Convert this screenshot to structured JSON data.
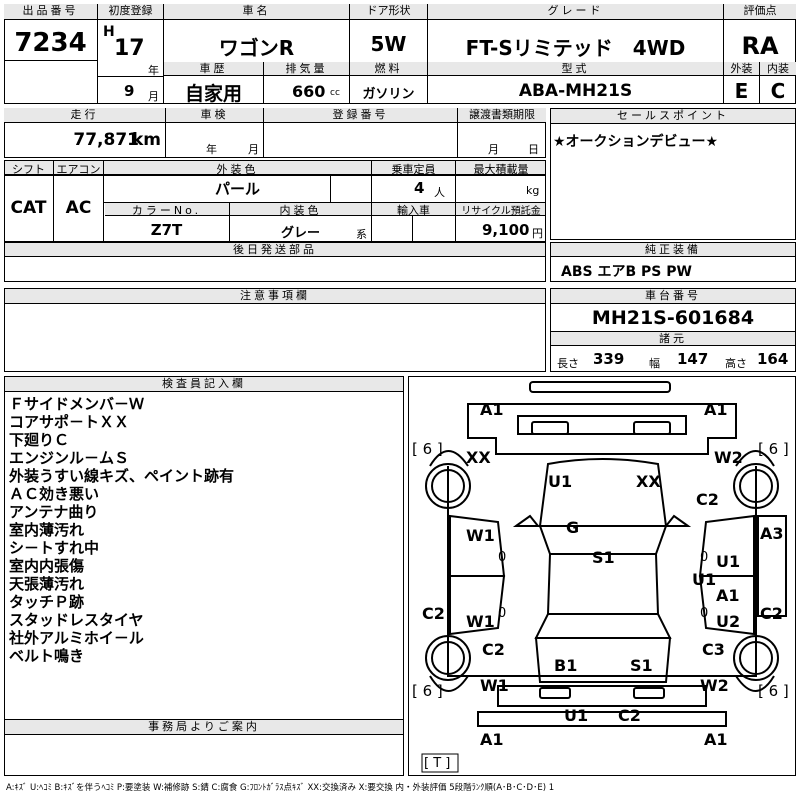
{
  "header": {
    "lot_label": "出品番号",
    "lot_value": "7234",
    "first_reg_label": "初度登録",
    "era": "H",
    "year": "17",
    "year_unit": "年",
    "month": "9",
    "month_unit": "月",
    "car_name_label": "車名",
    "car_name": "ワゴンR",
    "door_label": "ドア形状",
    "door": "5W",
    "grade_label": "グレード",
    "grade": "FT-Sリミテッド　4WD",
    "score_label": "評価点",
    "score": "RA",
    "history_label": "車歴",
    "history": "自家用",
    "displacement_label": "排気量",
    "displacement": "660",
    "displacement_unit": "cc",
    "fuel_label": "燃料",
    "fuel": "ガソリン",
    "model_label": "型式",
    "model": "ABA-MH21S",
    "exterior_label": "外装",
    "exterior": "E",
    "interior_label": "内装",
    "interior": "C"
  },
  "row2": {
    "mileage_label": "走行",
    "mileage": "77,871",
    "mileage_unit": "km",
    "inspection_label": "車検",
    "insp_year": "年",
    "insp_month": "月",
    "reg_no_label": "登録番号",
    "transfer_label": "譲渡書類期限",
    "transfer_month": "月",
    "transfer_day": "日",
    "sales_label": "セールスポイント",
    "sales_text": "★オークションデビュー★"
  },
  "row3": {
    "shift_label": "シフト",
    "shift": "CAT",
    "ac_label": "エアコン",
    "ac": "AC",
    "ext_color_label": "外装色",
    "ext_color": "パール",
    "capacity_label": "乗車定員",
    "capacity": "4",
    "capacity_unit": "人",
    "load_label": "最大積載量",
    "load_unit": "kg",
    "color_no_label": "カラーNo.",
    "color_no": "Z7T",
    "int_color_label": "内装色",
    "int_color": "グレー",
    "int_color_unit": "系",
    "import_label": "輸入車",
    "recycle_label": "リサイクル預託金",
    "recycle": "9,100",
    "recycle_unit": "円",
    "later_label": "後日発送部品",
    "equip_label": "純正装備",
    "equip": "ABS エアB PS PW"
  },
  "row4": {
    "notes_label": "注意事項欄",
    "chassis_label": "車台番号",
    "chassis": "MH21S-601684",
    "spec_label": "諸元",
    "length_label": "長さ",
    "length": "339",
    "width_label": "幅",
    "width": "147",
    "height_label": "高さ",
    "height": "164"
  },
  "inspector": {
    "label": "検査員記入欄",
    "lines": [
      "Ｆサイドメンバ－Ｗ",
      "コアサポ－トＸＸ",
      "下廻りＣ",
      "エンジンル－ムＳ",
      "外装うすい線キズ、ペイント跡有",
      "ＡＣ効き悪い",
      "アンテナ曲り",
      "室内薄汚れ",
      "シ－トすれ中",
      "室内内張傷",
      "天張薄汚れ",
      "タッチＰ跡",
      "スタッドレスタイヤ",
      "社外アルミホイ－ル",
      "ベルト鳴き"
    ],
    "office_label": "事務局よりご案内"
  },
  "diagram": {
    "codes": {
      "a1_tl": "A1",
      "a1_tr": "A1",
      "bracket6_l1": "[ 6 ]",
      "bracket6_r1": "[ 6 ]",
      "xx_l": "XX",
      "w2_r": "W2",
      "u1_hood": "U1",
      "xx_hood": "XX",
      "c2_r": "C2",
      "g": "G",
      "a3": "A3",
      "w1_l1": "W1",
      "s1_roof": "S1",
      "zero_l1": "0",
      "zero_r1": "0",
      "u1_r1": "U1",
      "u1_r2": "U1",
      "a1_r": "A1",
      "c2_l": "C2",
      "w1_l2": "W1",
      "zero_l2": "0",
      "zero_r2": "0",
      "u2_r": "U2",
      "c2_r2": "C2",
      "c2_l2": "C2",
      "c3_r": "C3",
      "b1": "B1",
      "s1_rear": "S1",
      "bracket6_l2": "[ 6 ]",
      "bracket6_r2": "[ 6 ]",
      "w1_l3": "W1",
      "w2_r2": "W2",
      "u1_rear": "U1",
      "c2_rear": "C2",
      "a1_bl": "A1",
      "a1_br": "A1",
      "t": "[ T ]"
    }
  },
  "legend": "A:ｷｽﾞ U:ﾍｺﾐ B:ｷｽﾞを伴うﾍｺﾐ P:要塗装 W:補修跡 S:錆 C:腐食 G:ﾌﾛﾝﾄｶﾞﾗｽ点ｷｽﾞ XX:交換済み X:要交換 内・外装評価 5段階ﾗﾝｸ順(A･B･C･D･E) 1"
}
